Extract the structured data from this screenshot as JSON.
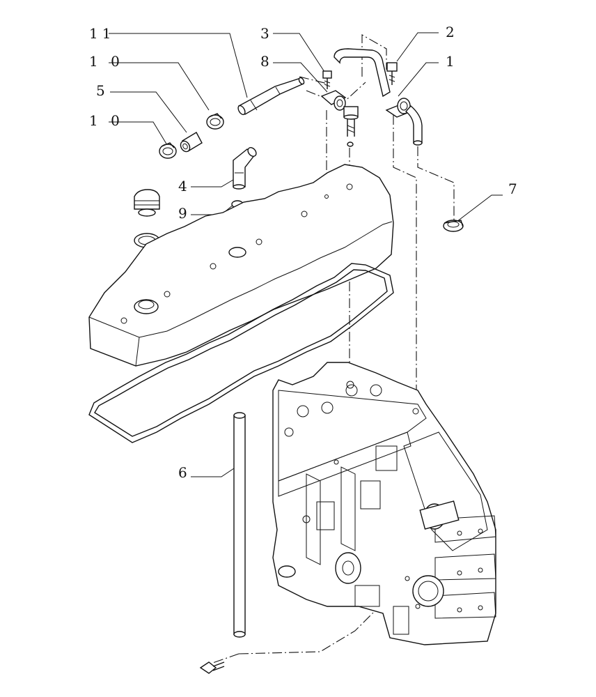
{
  "callouts": [
    {
      "id": "c11",
      "label": "11"
    },
    {
      "id": "c10a",
      "label": "1 0"
    },
    {
      "id": "c5",
      "label": "5"
    },
    {
      "id": "c10b",
      "label": "1 0"
    },
    {
      "id": "c3",
      "label": "3"
    },
    {
      "id": "c8",
      "label": "8"
    },
    {
      "id": "c2",
      "label": "2"
    },
    {
      "id": "c1",
      "label": "1"
    },
    {
      "id": "c4",
      "label": "4"
    },
    {
      "id": "c9",
      "label": "9"
    },
    {
      "id": "c7",
      "label": "7"
    },
    {
      "id": "c6",
      "label": "6"
    }
  ]
}
